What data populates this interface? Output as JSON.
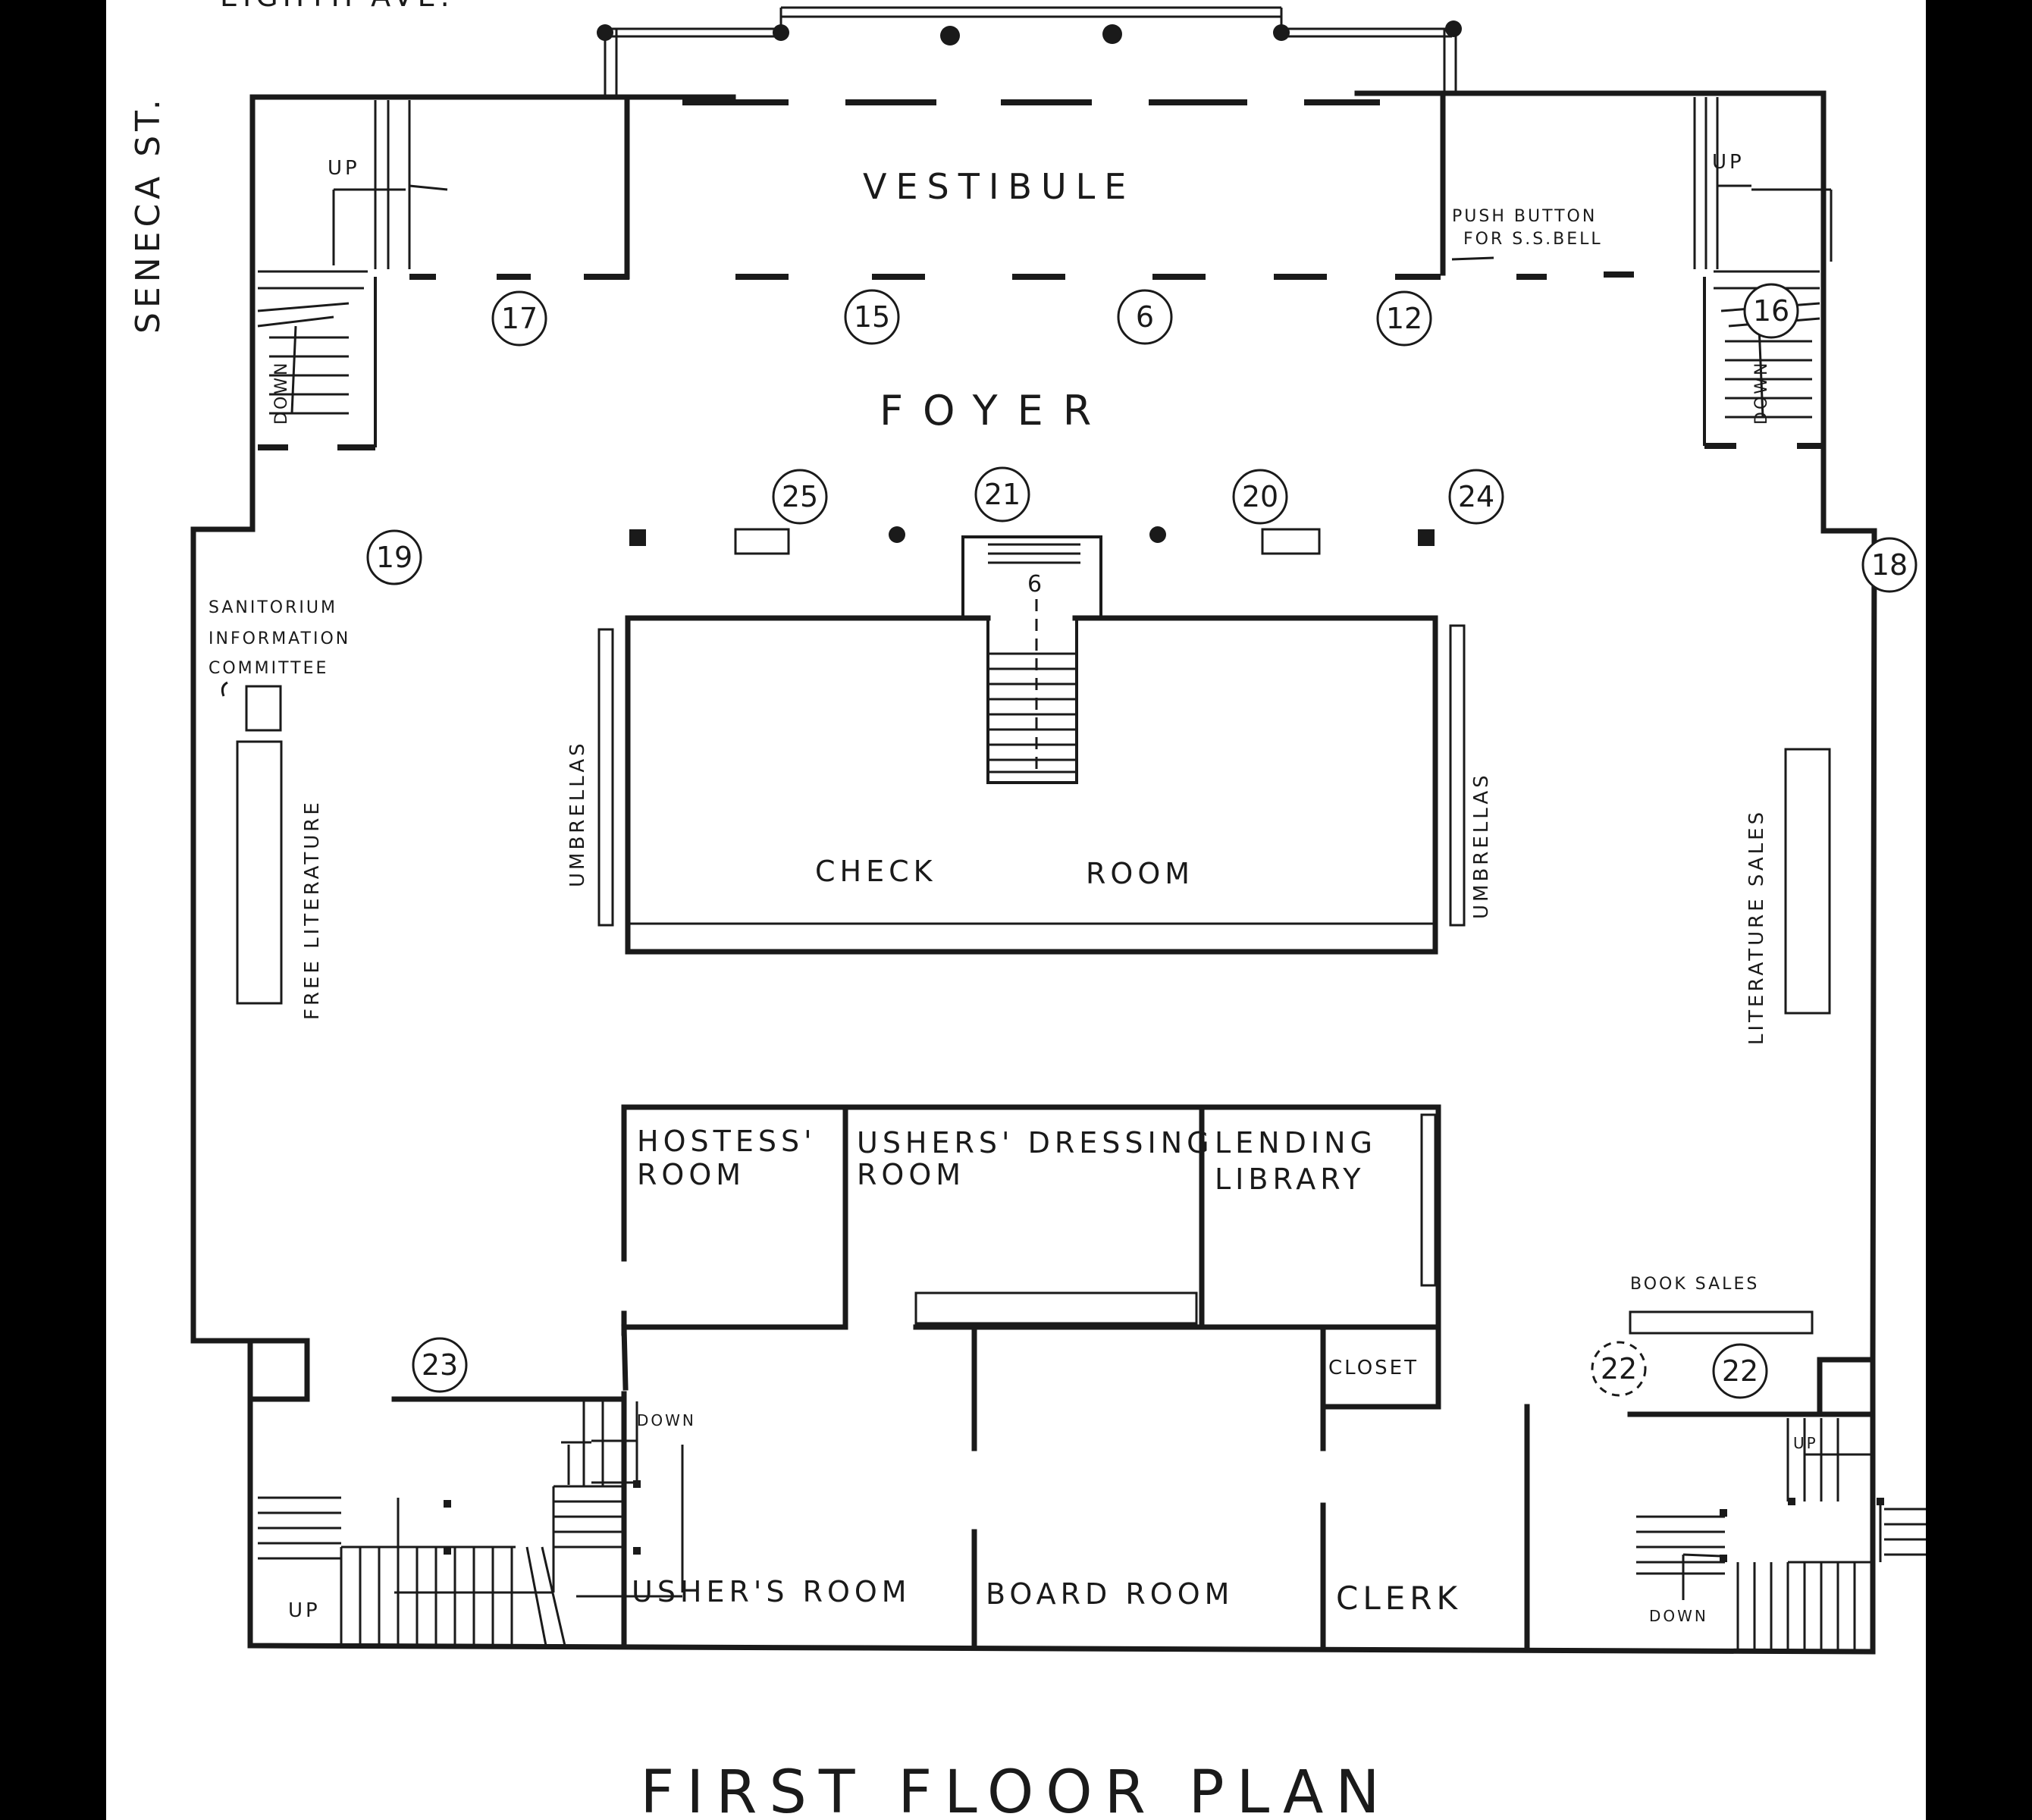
{
  "streets": {
    "top": "EIGHTH AVE.",
    "left": "SENECA ST."
  },
  "title": "FIRST FLOOR PLAN",
  "rooms": {
    "vestibule": "VESTIBULE",
    "foyer": "FOYER",
    "check_room_1": "CHECK",
    "check_room_2": "ROOM",
    "hostess_1": "HOSTESS'",
    "hostess_2": "ROOM",
    "ushers_dressing_1": "USHERS' DRESSING",
    "ushers_dressing_2": "ROOM",
    "lending_1": "LENDING",
    "lending_2": "LIBRARY",
    "closet": "CLOSET",
    "ushers_room": "USHER'S ROOM",
    "board_room": "BOARD ROOM",
    "clerk": "CLERK"
  },
  "labels": {
    "push_button_1": "PUSH BUTTON",
    "push_button_2": "FOR S.S.BELL",
    "sanitorium_1": "SANITORIUM",
    "sanitorium_2": "INFORMATION",
    "sanitorium_3": "COMMITTEE",
    "free_literature": "FREE LITERATURE",
    "literature_sales": "LITERATURE SALES",
    "umbrellas_left": "UMBRELLAS",
    "umbrellas_right": "UMBRELLAS",
    "book_sales": "BOOK SALES",
    "up_tl": "UP",
    "down_tl": "DOWN",
    "up_tr": "UP",
    "down_tr": "DOWN",
    "down_bl": "DOWN",
    "up_bl": "UP",
    "up_br": "UP",
    "down_br": "DOWN",
    "stair_num": "6"
  },
  "markers": {
    "m17": "17",
    "m15": "15",
    "m6": "6",
    "m12": "12",
    "m16": "16",
    "m25": "25",
    "m21": "21",
    "m20": "20",
    "m24": "24",
    "m19": "19",
    "m18": "18",
    "m23": "23",
    "m22a": "22",
    "m22b": "22"
  }
}
